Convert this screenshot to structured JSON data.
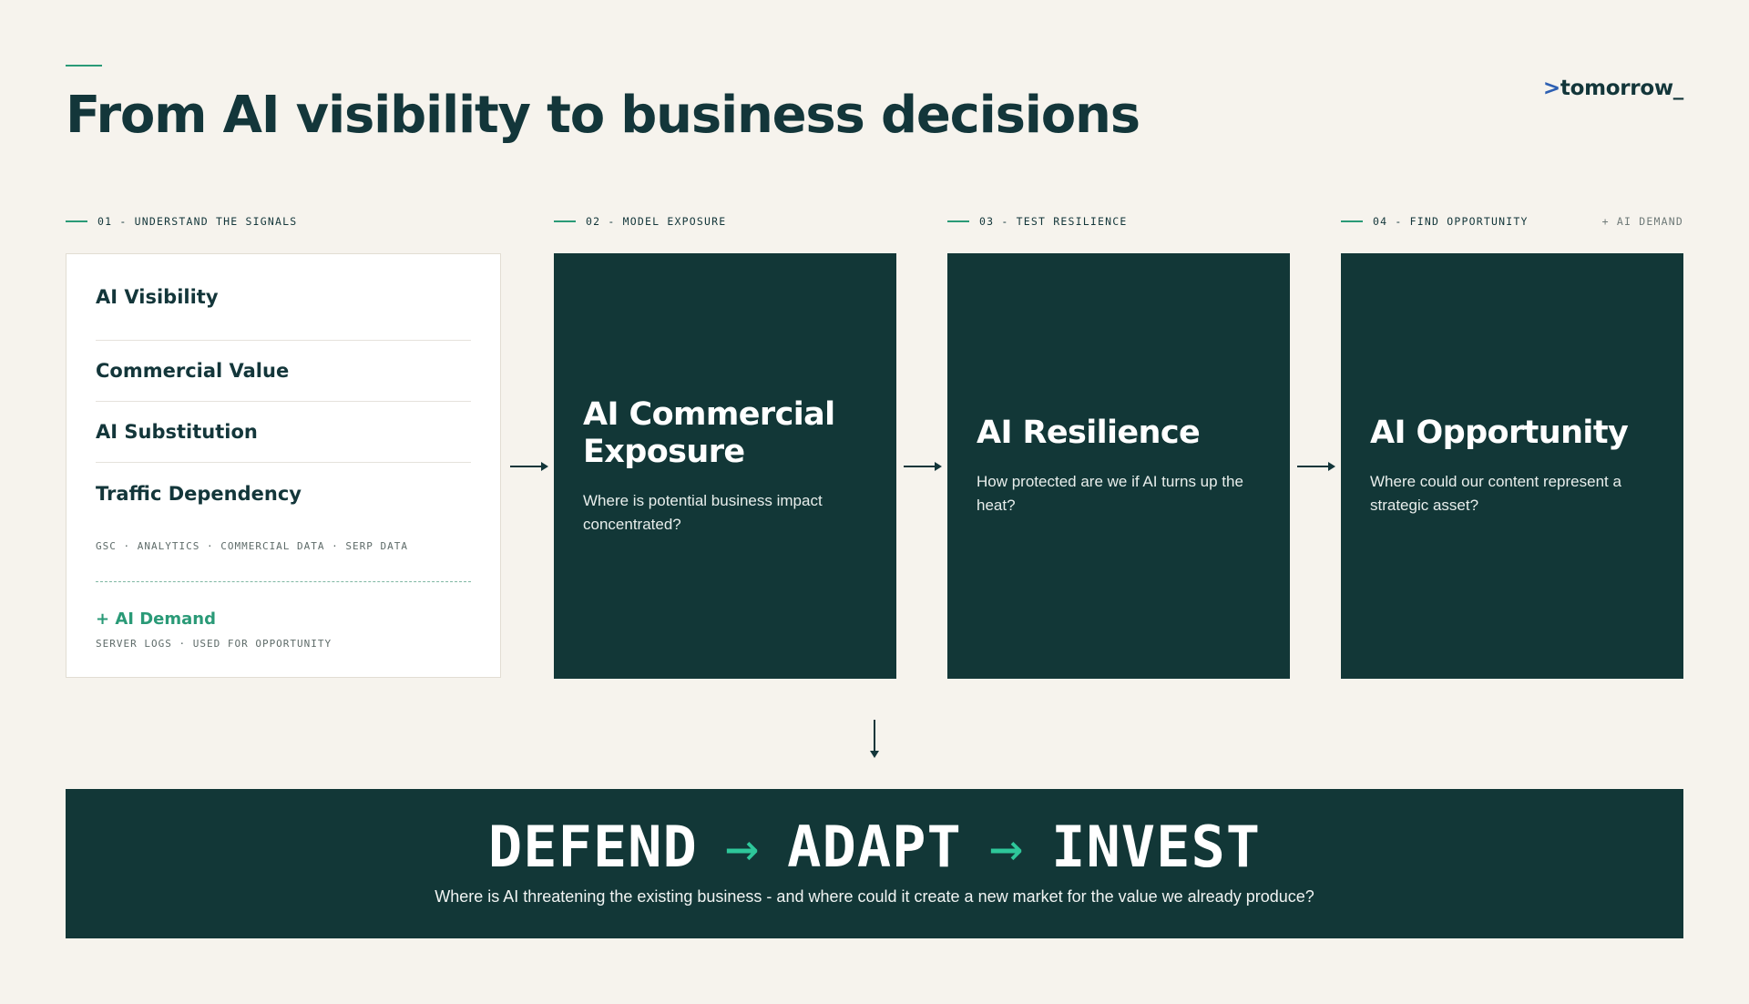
{
  "header": {
    "title": "From AI visibility to business decisions",
    "logo_caret": ">",
    "logo_text": "tomorrow_"
  },
  "steps": [
    {
      "label": "01 - UNDERSTAND THE SIGNALS"
    },
    {
      "label": "02 - MODEL EXPOSURE"
    },
    {
      "label": "03 - TEST RESILIENCE"
    },
    {
      "label": "04 - FIND OPPORTUNITY"
    }
  ],
  "ai_demand_tag": "+ AI DEMAND",
  "signals": {
    "items": [
      "AI Visibility",
      "Commercial Value",
      "AI Substitution",
      "Traffic Dependency"
    ],
    "sources": "GSC · ANALYTICS · COMMERCIAL DATA · SERP DATA",
    "demand_title": "+ AI Demand",
    "demand_sub": "SERVER LOGS · USED FOR OPPORTUNITY"
  },
  "cards": [
    {
      "title": "AI Commercial Exposure",
      "question": "Where is potential business impact concentrated?"
    },
    {
      "title": "AI Resilience",
      "question": "How protected are we if AI turns up the heat?"
    },
    {
      "title": "AI Opportunity",
      "question": "Where could our content represent a strategic asset?"
    }
  ],
  "banner": {
    "words": [
      "DEFEND",
      "ADAPT",
      "INVEST"
    ],
    "arrow": "→",
    "subtitle": "Where is AI threatening the existing business - and where could it create a new market for the value we already produce?"
  },
  "colors": {
    "background": "#f6f3ed",
    "dark_green": "#123737",
    "accent_green": "#2a9a77",
    "logo_blue": "#2d5fb2"
  }
}
